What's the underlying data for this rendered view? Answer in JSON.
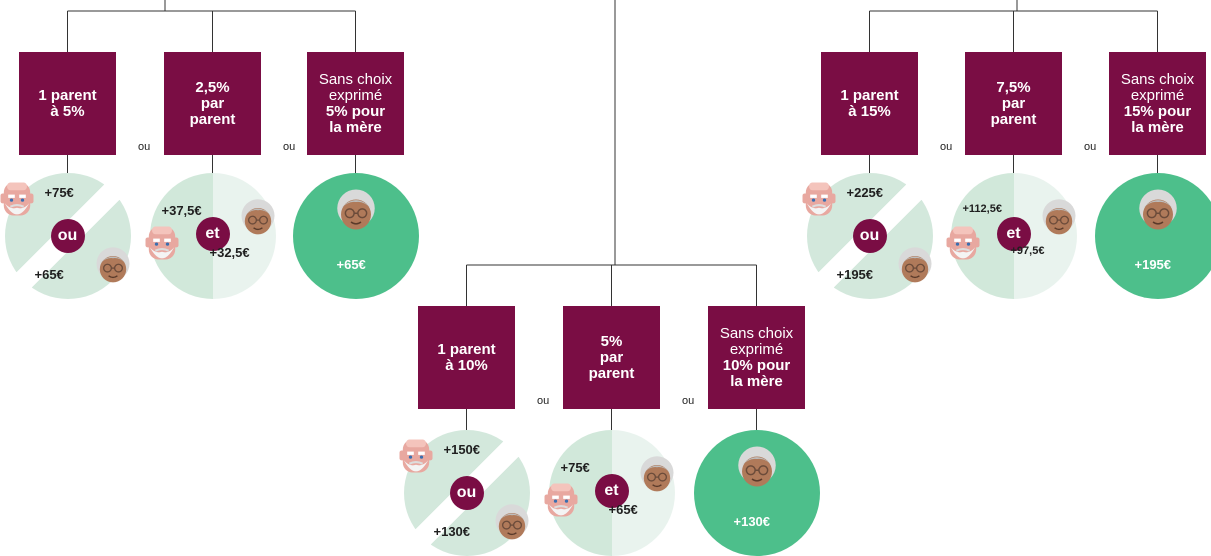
{
  "groups": [
    {
      "id": "left",
      "options": [
        {
          "lines": [
            "1 parent",
            "à 5%"
          ]
        },
        {
          "lines": [
            "2,5%",
            "par",
            "parent"
          ]
        },
        {
          "lines": [
            "Sans choix",
            "exprimé",
            "5% pour",
            "la mère"
          ]
        }
      ],
      "connectors": [
        "ou",
        "ou"
      ],
      "split": {
        "top": "+75€",
        "conj": "ou",
        "bottom": "+65€"
      },
      "half": {
        "left": "+37,5€",
        "conj": "et",
        "right": "+32,5€"
      },
      "full": {
        "value": "+65€"
      }
    },
    {
      "id": "center",
      "options": [
        {
          "lines": [
            "1 parent",
            "à 10%"
          ]
        },
        {
          "lines": [
            "5%",
            "par",
            "parent"
          ]
        },
        {
          "lines": [
            "Sans choix",
            "exprimé",
            "10% pour",
            "la mère"
          ]
        }
      ],
      "connectors": [
        "ou",
        "ou"
      ],
      "split": {
        "top": "+150€",
        "conj": "ou",
        "bottom": "+130€"
      },
      "half": {
        "left": "+75€",
        "conj": "et",
        "right": "+65€"
      },
      "full": {
        "value": "+130€"
      }
    },
    {
      "id": "right",
      "options": [
        {
          "lines": [
            "1 parent",
            "à 15%"
          ]
        },
        {
          "lines": [
            "7,5%",
            "par",
            "parent"
          ]
        },
        {
          "lines": [
            "Sans choix",
            "exprimé",
            "15% pour",
            "la mère"
          ]
        }
      ],
      "connectors": [
        "ou",
        "ou"
      ],
      "split": {
        "top": "+225€",
        "conj": "ou",
        "bottom": "+195€"
      },
      "half": {
        "left": "+112,5€",
        "conj": "et",
        "right": "+97,5€"
      },
      "full": {
        "value": "+195€"
      }
    }
  ],
  "icons": [
    "grandfather-icon",
    "grandmother-icon"
  ],
  "colors": {
    "box": "#7a0d44",
    "full_circle": "#4dbf8b",
    "split_circle": "#d3e8dc",
    "half_dark": "#d1e8da",
    "half_light": "#e9f3ee"
  }
}
